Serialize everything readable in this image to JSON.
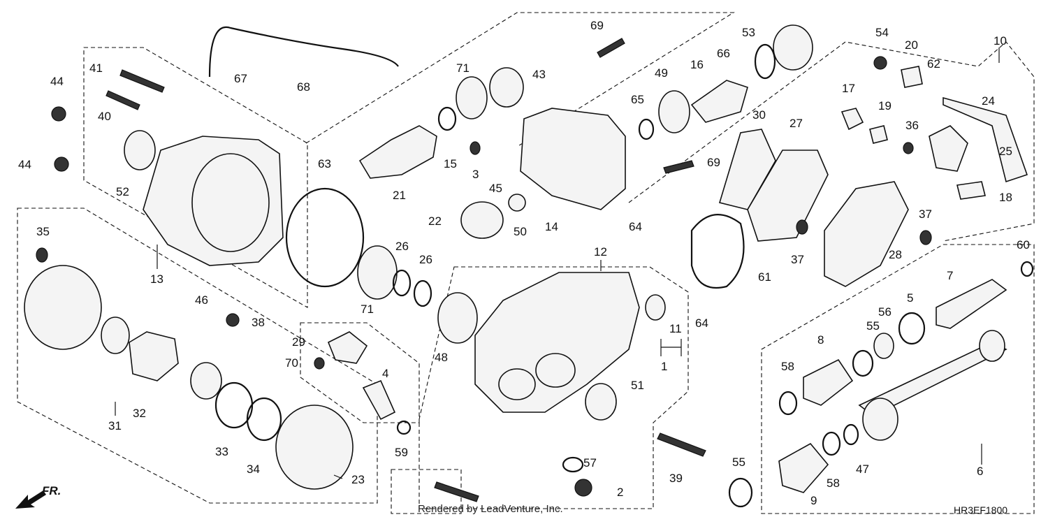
{
  "diagram": {
    "callouts": {
      "c1": "1",
      "c2": "2",
      "c3": "3",
      "c4": "4",
      "c5": "5",
      "c6": "6",
      "c7": "7",
      "c8": "8",
      "c9": "9",
      "c10": "10",
      "c11": "11",
      "c12": "12",
      "c13": "13",
      "c14": "14",
      "c15": "15",
      "c16": "16",
      "c17": "17",
      "c18": "18",
      "c19": "19",
      "c20": "20",
      "c21": "21",
      "c22": "22",
      "c23": "23",
      "c24": "24",
      "c25": "25",
      "c26a": "26",
      "c26b": "26",
      "c27": "27",
      "c28": "28",
      "c29": "29",
      "c30": "30",
      "c31": "31",
      "c32": "32",
      "c33": "33",
      "c34": "34",
      "c35": "35",
      "c36": "36",
      "c37a": "37",
      "c37b": "37",
      "c38": "38",
      "c39": "39",
      "c40": "40",
      "c41": "41",
      "c43": "43",
      "c44a": "44",
      "c44b": "44",
      "c45": "45",
      "c46": "46",
      "c47": "47",
      "c48": "48",
      "c49": "49",
      "c50": "50",
      "c51": "51",
      "c52": "52",
      "c53": "53",
      "c54": "54",
      "c55a": "55",
      "c55b": "55",
      "c56": "56",
      "c57": "57",
      "c58a": "58",
      "c58b": "58",
      "c59": "59",
      "c60": "60",
      "c61": "61",
      "c62": "62",
      "c63": "63",
      "c64a": "64",
      "c64b": "64",
      "c65": "65",
      "c66": "66",
      "c67": "67",
      "c68": "68",
      "c69a": "69",
      "c69b": "69",
      "c70": "70",
      "c71a": "71",
      "c71b": "71"
    },
    "direction_label": "FR.",
    "diagram_code": "HR3EF1800",
    "credit": "Rendered by LeadVenture, Inc."
  }
}
